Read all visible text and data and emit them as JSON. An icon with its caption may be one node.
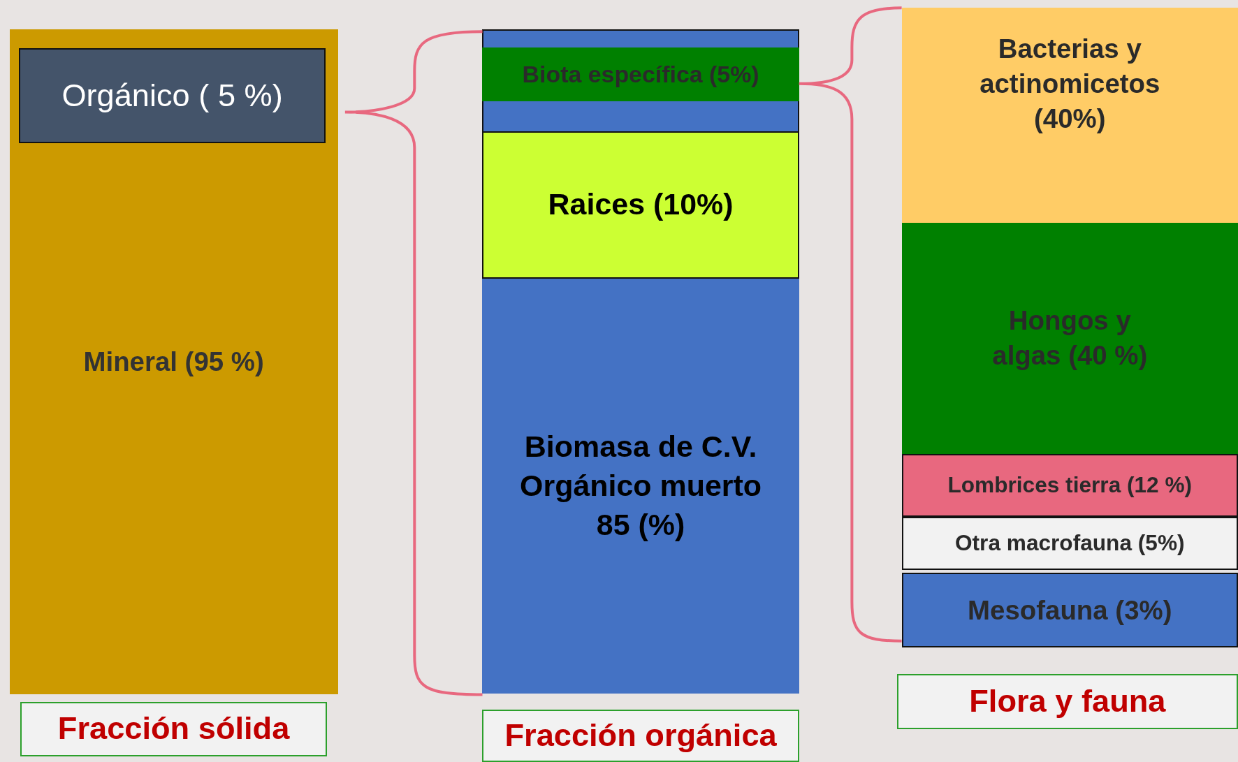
{
  "diagram": {
    "nodes": [
      {
        "text": [
          "Mineral (95 %)"
        ]
      },
      {
        "text": [
          "Orgánico ( 5 %)"
        ],
        "in": 0
      },
      {
        "text": [],
        "shape": "box"
      },
      {
        "text": [
          "Biota específica (5%)"
        ],
        "in": 2
      },
      {
        "text": [
          "Raices (10%)"
        ],
        "in": 2
      },
      {
        "text": [
          "Biomasa de C.V. Orgánico muerto 85 (%)"
        ],
        "in": 2
      },
      {
        "text": [
          "Bacterias y actinomicetos (40%)"
        ]
      },
      {
        "text": [
          "Hongos y algas (40 %)"
        ]
      },
      {
        "text": [
          "Lombrices tierra (12 %)"
        ]
      },
      {
        "text": [
          "Otra macrofauna (5%)"
        ]
      },
      {
        "text": [
          "Mesofauna (3%)"
        ]
      },
      {
        "text": [
          "Fracción sólida"
        ]
      },
      {
        "text": [
          "Fracción orgánica"
        ]
      },
      {
        "text": [
          "Flora y fauna"
        ]
      }
    ]
  }
}
